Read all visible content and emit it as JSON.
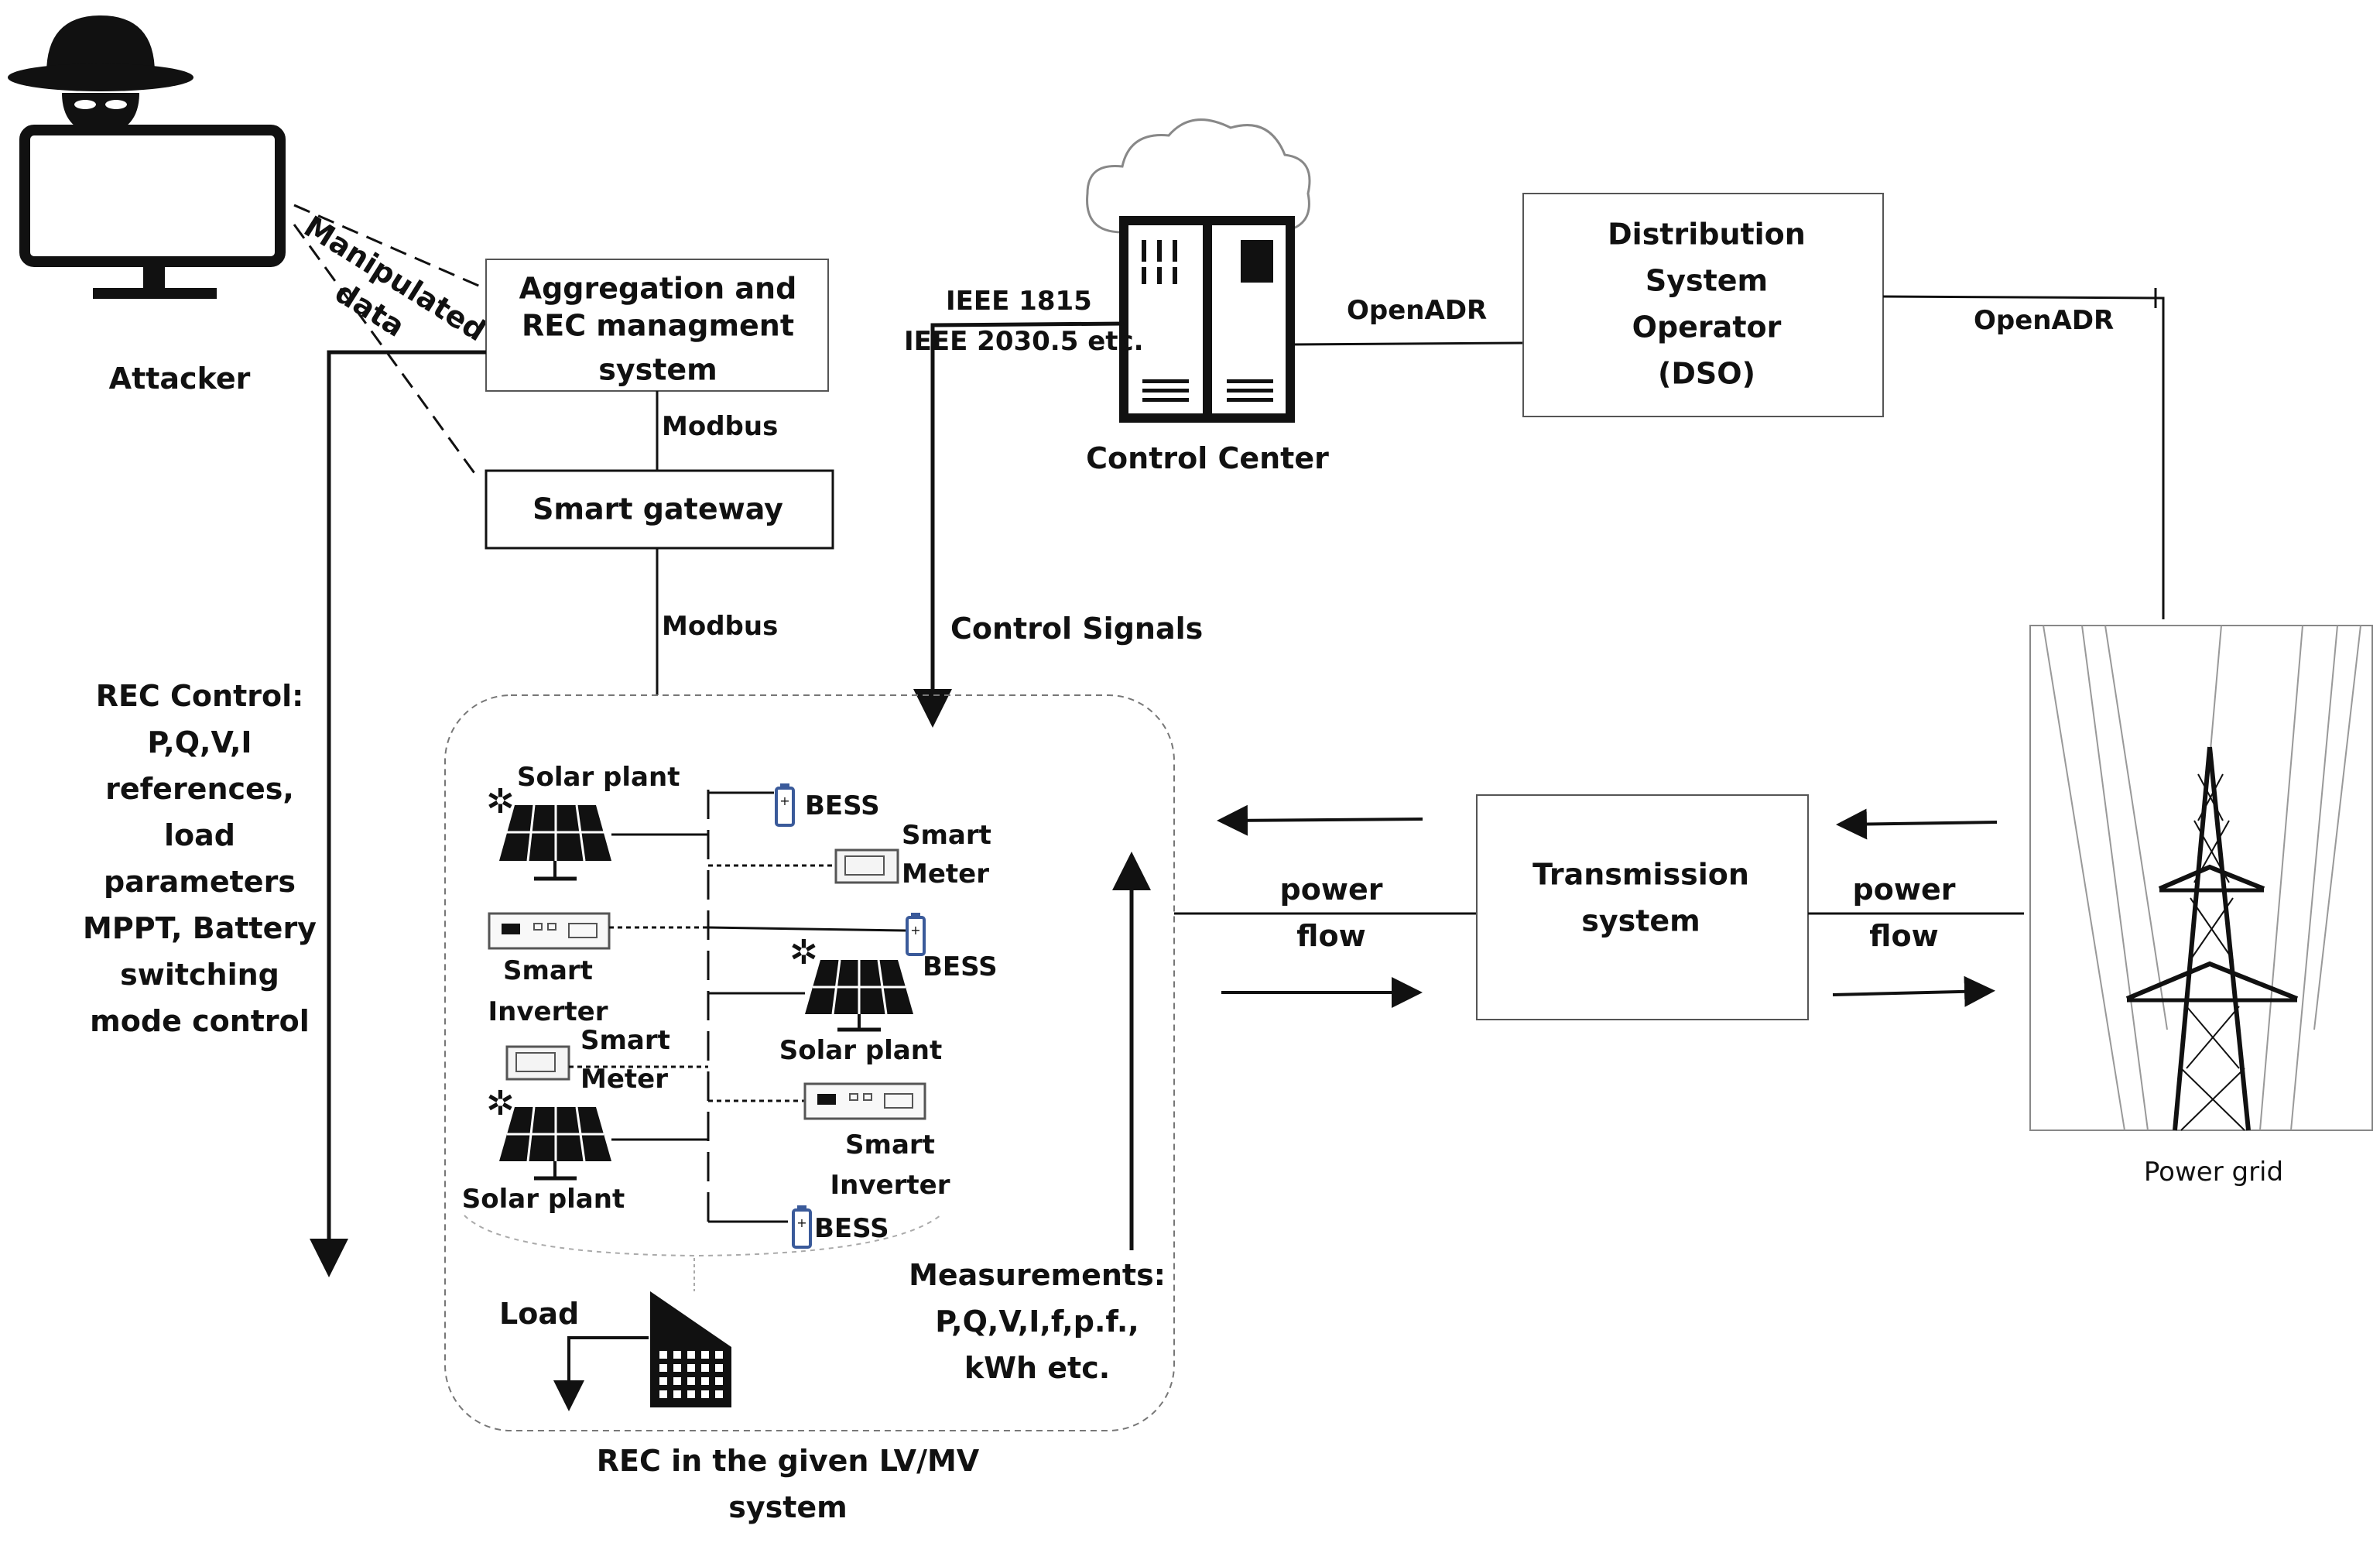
{
  "attacker": {
    "label": "Attacker",
    "manipulated": [
      "Manipulated",
      "data"
    ]
  },
  "aggregation": {
    "lines": [
      "Aggregation and",
      "REC managment",
      "system"
    ]
  },
  "gateway": {
    "label": "Smart gateway"
  },
  "protocols": {
    "modbus_1": "Modbus",
    "modbus_2": "Modbus",
    "ieee_1": "IEEE 1815",
    "ieee_2": "IEEE 2030.5 etc.",
    "openadr_1": "OpenADR",
    "openadr_2": "OpenADR"
  },
  "control_center": {
    "label": "Control Center"
  },
  "dso": {
    "lines": [
      "Distribution",
      "System",
      "Operator",
      "(DSO)"
    ]
  },
  "control_signals": "Control Signals",
  "rec_control": {
    "lines": [
      "REC Control:",
      "P,Q,V,I",
      "references,",
      "load",
      "parameters",
      "MPPT, Battery",
      "switching",
      "mode control"
    ]
  },
  "rec": {
    "solar_1": "Solar plant",
    "solar_2": "Solar plant",
    "solar_3": "Solar plant",
    "bess_1": "BESS",
    "bess_2": "BESS",
    "bess_3": "BESS",
    "meter_1": [
      "Smart",
      "Meter"
    ],
    "meter_2": [
      "Smart",
      "Meter"
    ],
    "inverter_1": [
      "Smart",
      "Inverter"
    ],
    "inverter_2": [
      "Smart",
      "Inverter"
    ],
    "load": "Load",
    "caption": [
      "REC in the given LV/MV",
      "system"
    ]
  },
  "measurements": {
    "lines": [
      "Measurements:",
      "P,Q,V,I,f,p.f.,",
      "kWh etc."
    ]
  },
  "power_flow_1": [
    "power",
    "flow"
  ],
  "power_flow_2": [
    "power",
    "flow"
  ],
  "transmission": {
    "lines": [
      "Transmission",
      "system"
    ]
  },
  "power_grid": {
    "label": "Power grid"
  }
}
